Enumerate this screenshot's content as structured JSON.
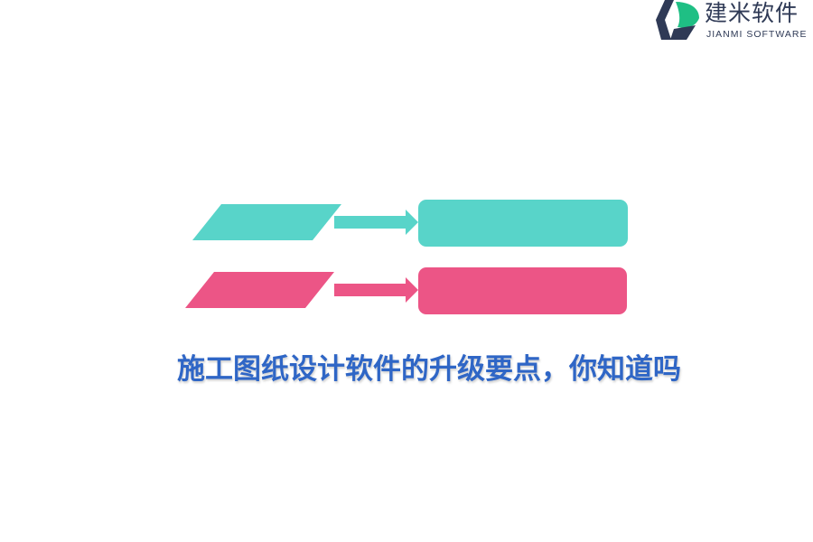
{
  "logo": {
    "name": "建米软件",
    "subtitle": "JIANMI SOFTWARE",
    "colors": {
      "dark": "#2f3a56",
      "green": "#1fbf84"
    }
  },
  "diagram": {
    "rows": [
      {
        "color": "#58d4c9",
        "shapes": [
          "parallelogram-icon",
          "right-arrow-icon",
          "rounded-rectangle"
        ]
      },
      {
        "color": "#ec5586",
        "shapes": [
          "parallelogram-icon",
          "right-arrow-icon",
          "rounded-rectangle"
        ]
      }
    ]
  },
  "title": "施工图纸设计软件的升级要点，你知道吗",
  "colors": {
    "title": "#2f66c6",
    "teal": "#58d4c9",
    "pink": "#ec5586",
    "background": "#ffffff"
  }
}
